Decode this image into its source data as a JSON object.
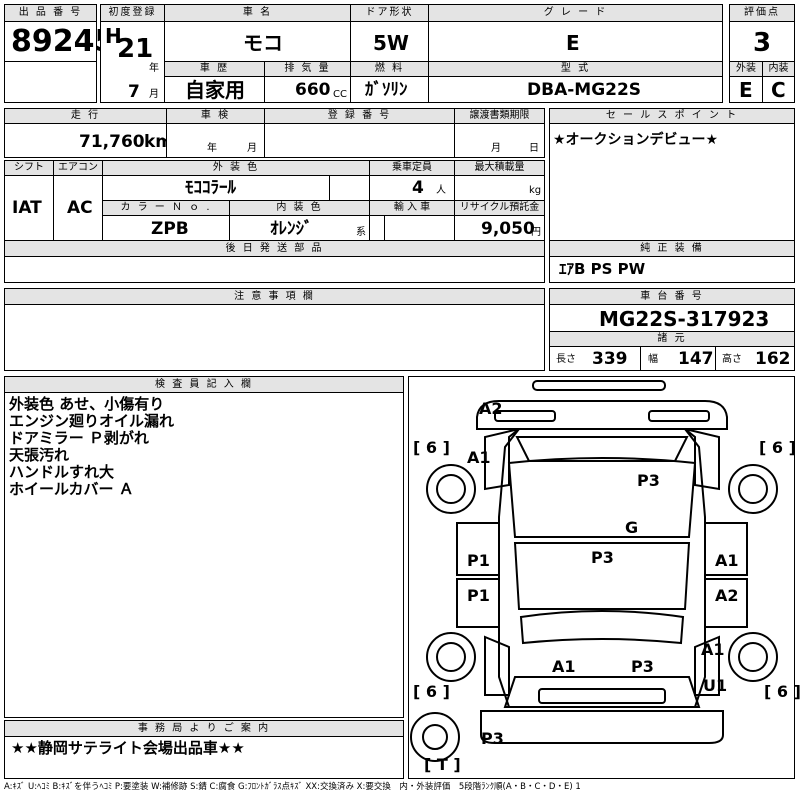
{
  "header": {
    "lot_label": "出 品 番 号",
    "lot_number": "89245",
    "first_reg_label": "初度登録",
    "era": "H",
    "year_value": "21",
    "year_unit": "年",
    "month_value": "7",
    "month_unit": "月",
    "car_name_label": "車 名",
    "car_name": "モコ",
    "history_label": "車 歴",
    "history": "自家用",
    "displacement_label": "排 気 量",
    "displacement": "660",
    "displacement_unit": "CC",
    "door_label": "ドア形状",
    "door": "5W",
    "fuel_label": "燃 料",
    "fuel": "ｶﾞｿﾘﾝ",
    "grade_label": "グ レ ー ド",
    "grade": "E",
    "model_label": "型 式",
    "model": "DBA-MG22S",
    "score_label": "評価点",
    "score": "3",
    "exterior_label": "外装",
    "exterior": "E",
    "interior_label": "内装",
    "interior": "C"
  },
  "row2": {
    "mileage_label": "走 行",
    "mileage": "71,760",
    "mileage_unit": "km",
    "inspection_label": "車 検",
    "inspection_year": "年",
    "inspection_month": "月",
    "registration_label": "登 録 番 号",
    "transfer_label": "譲渡書類期限",
    "transfer_month": "月",
    "transfer_day": "日",
    "sales_point_label": "セ ー ル ス ポ イ ン ト",
    "sales_point": "★オークションデビュー★"
  },
  "row3": {
    "shift_label": "シフト",
    "shift": "IAT",
    "ac_label": "エアコン",
    "ac": "AC",
    "exterior_color_label": "外 装 色",
    "exterior_color": "ﾓｺｺﾗｰﾙ",
    "capacity_label": "乗車定員",
    "capacity": "4",
    "capacity_unit": "人",
    "max_load_label": "最大積載量",
    "max_load_unit": "kg",
    "color_no_label": "カ ラ ー Ｎ ｏ .",
    "color_no": "ZPB",
    "interior_color_label": "内 装 色",
    "interior_color": "ｵﾚﾝｼﾞ",
    "interior_color_suffix": "系",
    "import_label": "輸 入 車",
    "recycle_label": "リサイクル預託金",
    "recycle": "9,050",
    "recycle_unit": "円"
  },
  "row4": {
    "later_parts_label": "後 日 発 送 部 品",
    "genuine_label": "純 正 装 備",
    "genuine": "ｴｱB PS PW"
  },
  "row5": {
    "caution_label": "注 意 事 項 欄",
    "chassis_label": "車 台 番 号",
    "chassis": "MG22S-317923",
    "dims_label": "諸 元",
    "length_label": "長さ",
    "length": "339",
    "width_label": "幅",
    "width": "147",
    "height_label": "高さ",
    "height": "162"
  },
  "inspector": {
    "label": "検 査 員 記 入 欄",
    "notes": [
      "外装色 あせ、小傷有り",
      "エンジン廻りオイル漏れ",
      "ドアミラー Ｐ剥がれ",
      "天張汚れ",
      "ハンドルすれ大",
      "ホイールカバー Ａ"
    ]
  },
  "office": {
    "label": "事 務 局 よ り ご 案 内",
    "message": "★★静岡サテライト会場出品車★★"
  },
  "diagram": {
    "tire_tl": "[ 6 ]",
    "tire_tr": "[ 6 ]",
    "tire_bl": "[ 6 ]",
    "tire_br": "[ 6 ]",
    "spare": "[ T ]",
    "marks": {
      "front_bumper": "A2",
      "front_left_fender": "A1",
      "hood": "P3",
      "windshield": "G",
      "roof": "P3",
      "left_front_door": "P1",
      "left_rear_door": "P1",
      "right_front_door": "A1",
      "right_rear_door": "A2",
      "right_rear_quarter": "A1",
      "rear_right_corner": "U1",
      "rear_left": "A1",
      "rear_center": "P3",
      "rear_bumper": "P3"
    }
  },
  "footer": {
    "legend": "A:ｷｽﾞ U:ﾍｺﾐ B:ｷｽﾞを伴うﾍｺﾐ P:要塗装 W:補修跡 S:錆 C:腐食 G:ﾌﾛﾝﾄｶﾞﾗｽ点ｷｽﾞ XX:交換済み X:要交換　内・外装評価　5段階ﾗﾝｸ順(A・B・C・D・E) 1"
  }
}
